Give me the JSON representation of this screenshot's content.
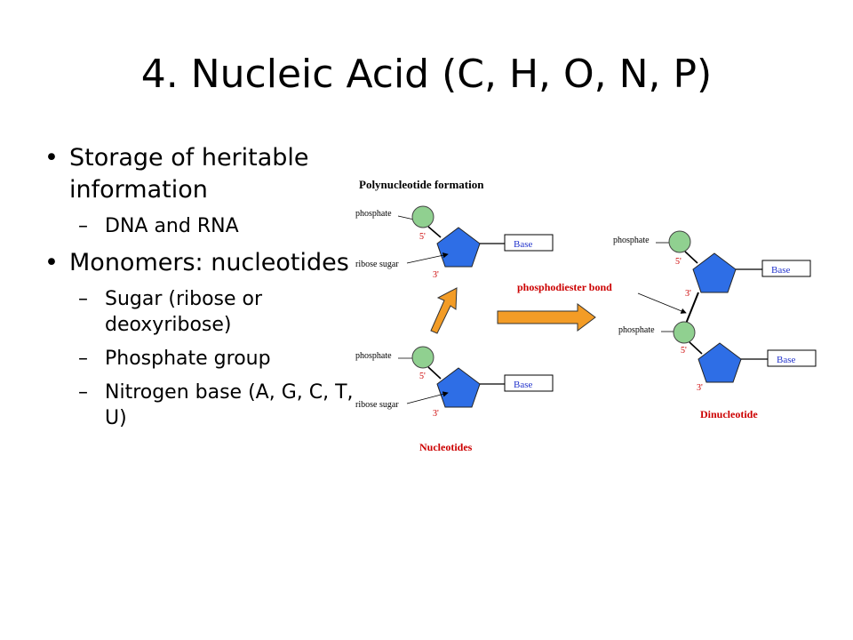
{
  "slide": {
    "title": "4. Nucleic Acid (C, H, O, N, P)",
    "bullets": [
      {
        "text": "Storage of heritable information",
        "sub": [
          "DNA and RNA"
        ]
      },
      {
        "text": "Monomers: nucleotides",
        "sub": [
          "Sugar (ribose or deoxyribose)",
          "Phosphate group",
          "Nitrogen base (A, G, C, T, U)"
        ]
      }
    ]
  },
  "diagram": {
    "title": "Polynucleotide formation",
    "phosphate_label": "phosphate",
    "sugar_label": "ribose sugar",
    "base_label": "Base",
    "five_prime": "5'",
    "three_prime": "3'",
    "nucleotides_label": "Nucleotides",
    "bond_label": "phosphodiester bond",
    "dinucleotide_label": "Dinucleotide",
    "colors": {
      "phosphate_fill": "#90d090",
      "sugar_fill": "#2e6ee6",
      "arrow_fill": "#f39c26",
      "label_red": "#cc0000",
      "base_box_text": "#2233cc"
    }
  }
}
